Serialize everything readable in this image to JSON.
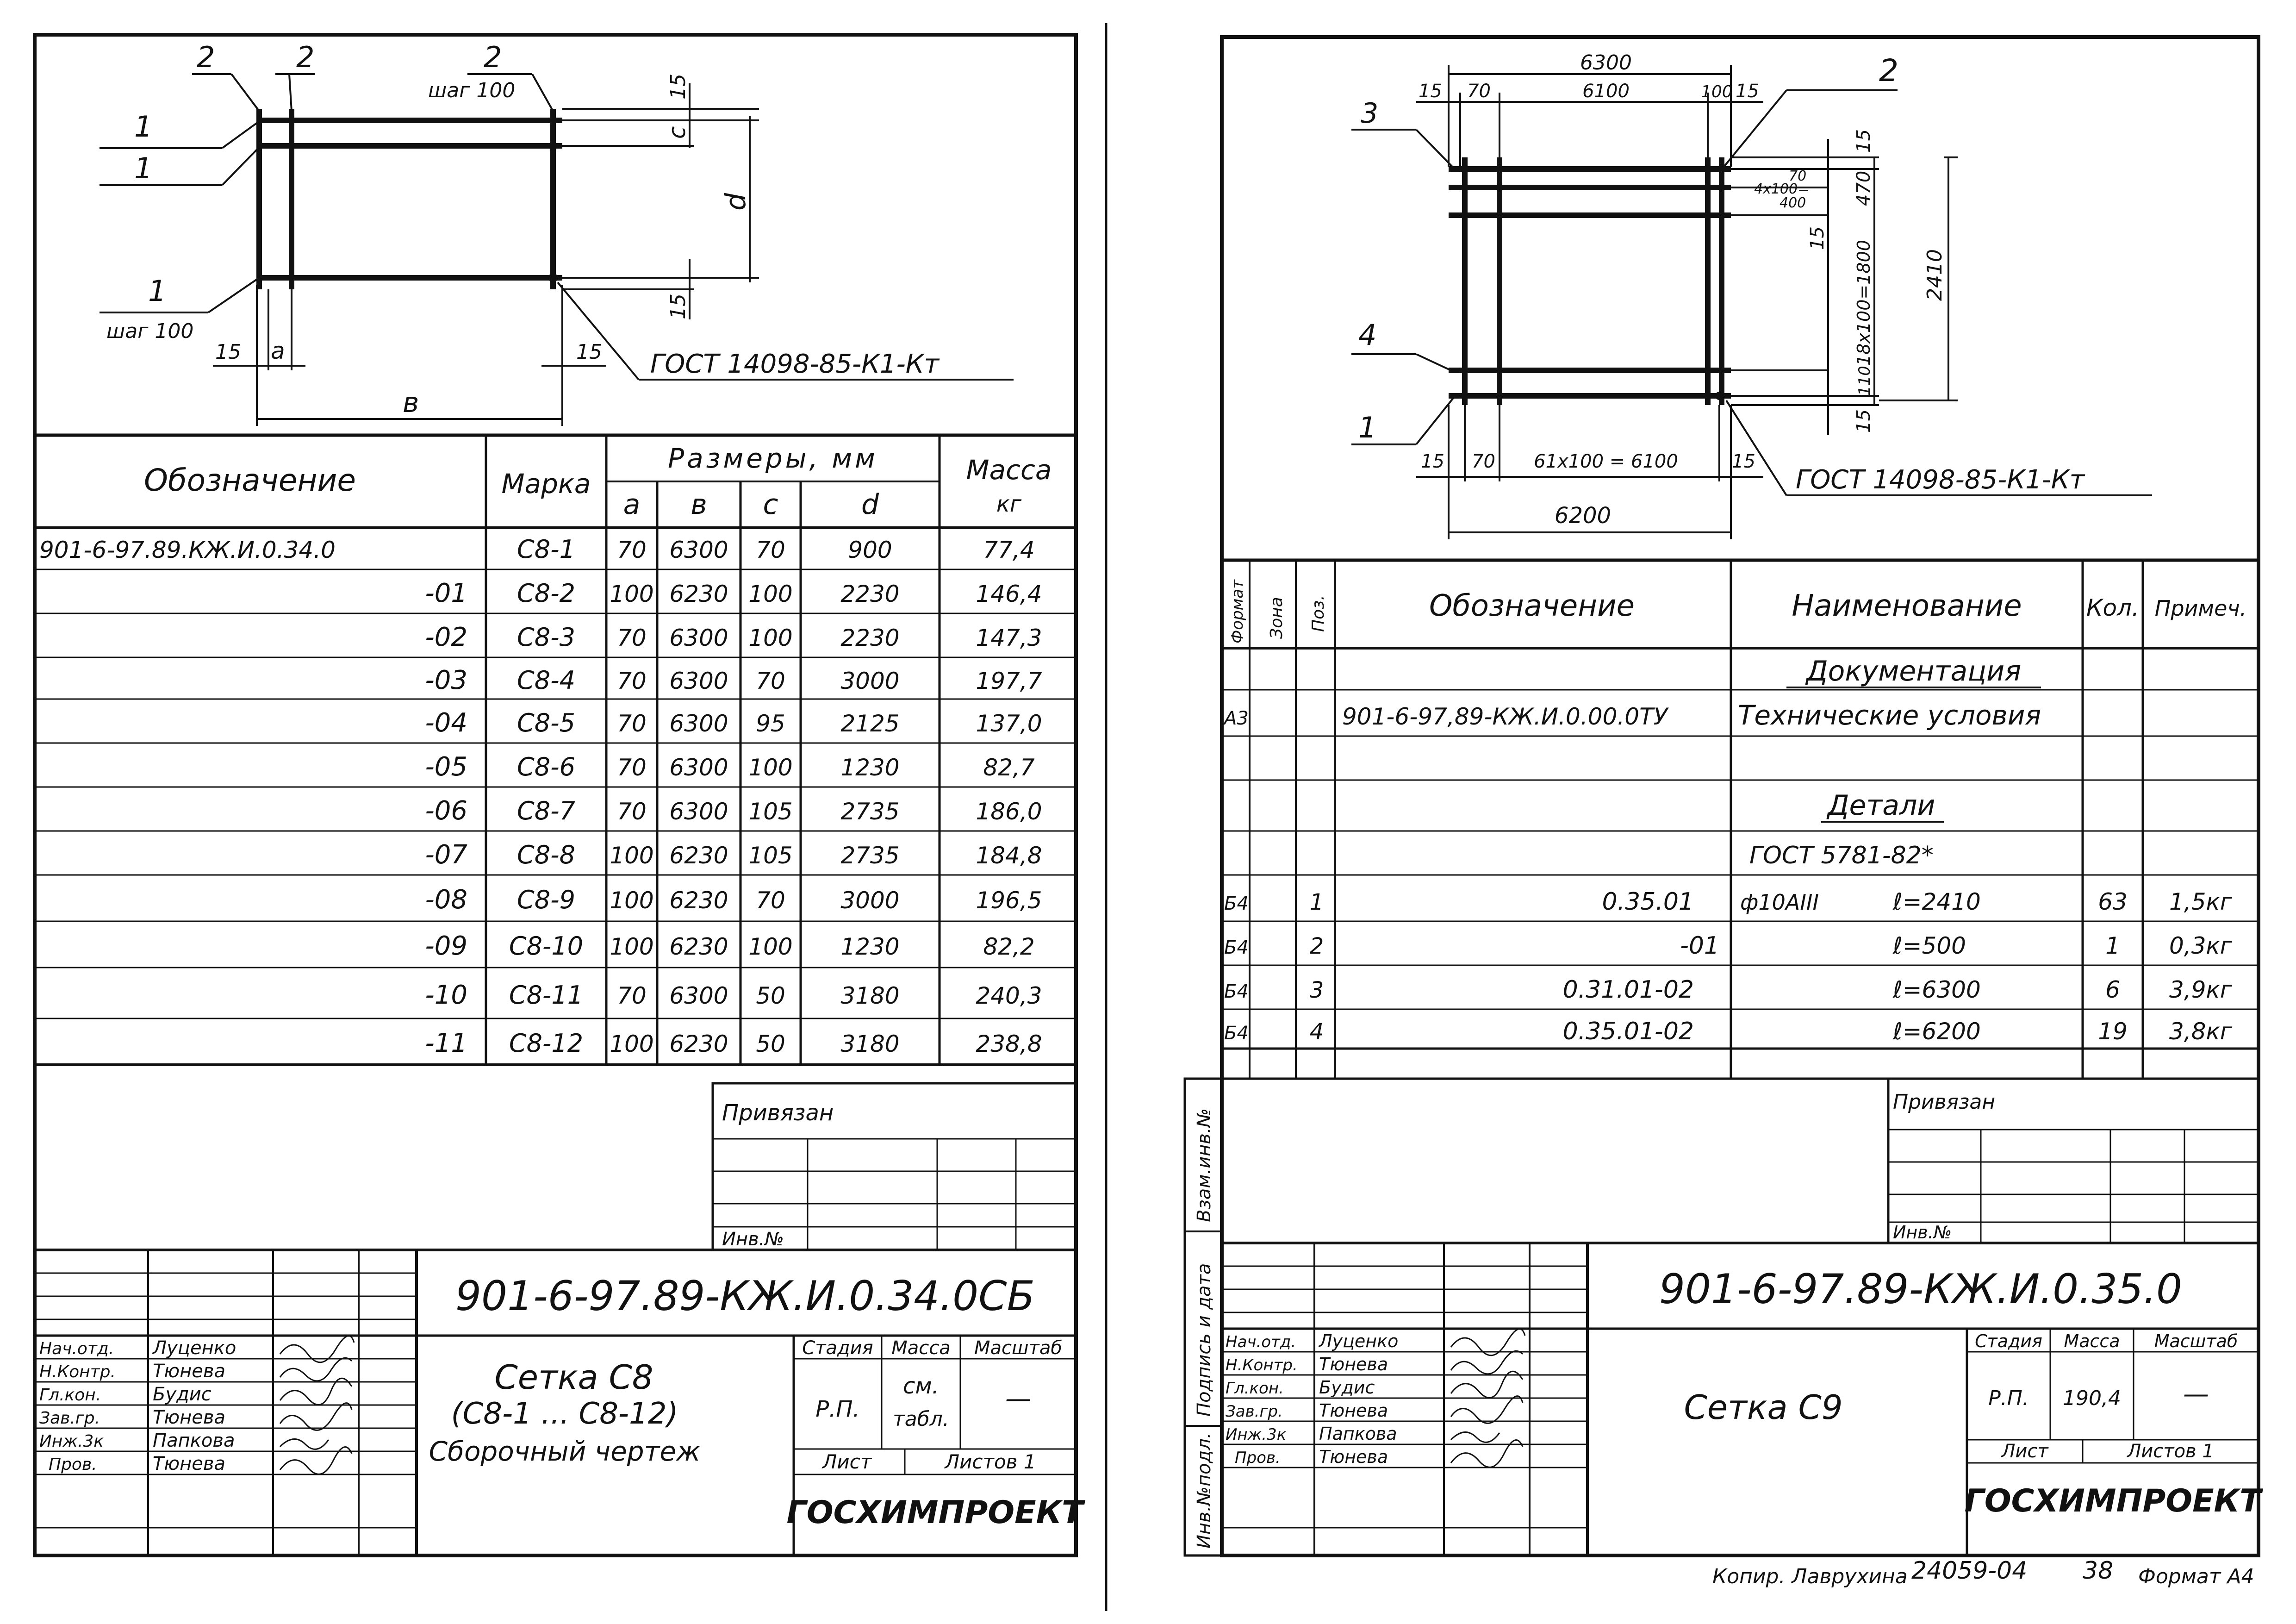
{
  "left": {
    "drawing": {
      "top_marks": [
        "2",
        "2",
        "2"
      ],
      "step_top": "шаг 100",
      "left_marks": [
        "1",
        "1",
        "1"
      ],
      "step_left": "шаг 100",
      "dim_15_top": "15",
      "dim_c": "c",
      "dim_d": "d",
      "dim_15_mid": "15",
      "dim_15_left": "15",
      "dim_a": "a",
      "dim_15_right": "15",
      "dim_b": "в",
      "gost": "ГОСТ 14098-85-К1-Кт"
    },
    "table": {
      "h_designation": "Обозначение",
      "h_mark": "Марка",
      "h_sizes": "Размеры, мм",
      "h_a": "a",
      "h_b": "в",
      "h_c": "c",
      "h_d": "d",
      "h_mass": "Масса",
      "h_mass_unit": "кг",
      "rows": [
        {
          "des": "901-6-97.89.КЖ.И.0.34.0",
          "mark": "С8-1",
          "a": "70",
          "b": "6300",
          "c": "70",
          "d": "900",
          "mass": "77,4"
        },
        {
          "des": "-01",
          "mark": "С8-2",
          "a": "100",
          "b": "6230",
          "c": "100",
          "d": "2230",
          "mass": "146,4"
        },
        {
          "des": "-02",
          "mark": "С8-3",
          "a": "70",
          "b": "6300",
          "c": "100",
          "d": "2230",
          "mass": "147,3"
        },
        {
          "des": "-03",
          "mark": "С8-4",
          "a": "70",
          "b": "6300",
          "c": "70",
          "d": "3000",
          "mass": "197,7"
        },
        {
          "des": "-04",
          "mark": "С8-5",
          "a": "70",
          "b": "6300",
          "c": "95",
          "d": "2125",
          "mass": "137,0"
        },
        {
          "des": "-05",
          "mark": "С8-6",
          "a": "70",
          "b": "6300",
          "c": "100",
          "d": "1230",
          "mass": "82,7"
        },
        {
          "des": "-06",
          "mark": "С8-7",
          "a": "70",
          "b": "6300",
          "c": "105",
          "d": "2735",
          "mass": "186,0"
        },
        {
          "des": "-07",
          "mark": "С8-8",
          "a": "100",
          "b": "6230",
          "c": "105",
          "d": "2735",
          "mass": "184,8"
        },
        {
          "des": "-08",
          "mark": "С8-9",
          "a": "100",
          "b": "6230",
          "c": "70",
          "d": "3000",
          "mass": "196,5"
        },
        {
          "des": "-09",
          "mark": "С8-10",
          "a": "100",
          "b": "6230",
          "c": "100",
          "d": "1230",
          "mass": "82,2"
        },
        {
          "des": "-10",
          "mark": "С8-11",
          "a": "70",
          "b": "6300",
          "c": "50",
          "d": "3180",
          "mass": "240,3"
        },
        {
          "des": "-11",
          "mark": "С8-12",
          "a": "100",
          "b": "6230",
          "c": "50",
          "d": "3180",
          "mass": "238,8"
        }
      ]
    },
    "stamp": {
      "privyazan": "Привязан",
      "inv": "Инв.№",
      "code": "901-6-97.89-КЖ.И.0.34.0СБ",
      "roles": [
        "Нач.отд.",
        "Н.Контр.",
        "Гл.кон.",
        "Зав.гр.",
        "Инж.3к",
        "Пров."
      ],
      "names": [
        "Луценко",
        "Тюнева",
        "Будис",
        "Тюнева",
        "Папкова",
        "Тюнева"
      ],
      "title1": "Сетка С8",
      "title2": "(С8-1 ... С8-12)",
      "title3": "Сборочный чертеж",
      "stage_h": "Стадия",
      "mass_h": "Масса",
      "scale_h": "Масштаб",
      "stage": "Р.П.",
      "mass1": "см.",
      "mass2": "табл.",
      "scale": "—",
      "sheet_h": "Лист",
      "sheets_h": "Листов 1",
      "org": "ГОСХИМПРОЕКТ"
    }
  },
  "right": {
    "drawing": {
      "dim_6300": "6300",
      "dim_15a": "15",
      "dim_70a": "70",
      "dim_6100": "6100",
      "dim_100": "100",
      "dim_15b": "15",
      "mark_3": "3",
      "mark_2": "2",
      "mark_4": "4",
      "mark_1": "1",
      "dim_15_rt": "15",
      "dim_470": "470",
      "dim_70_r": "70",
      "dim_4x100": "4х100=",
      "dim_400": "400",
      "dim_15_r2": "15",
      "dim_1800": "18х100=1800",
      "dim_2410": "2410",
      "dim_110": "110",
      "dim_15_rb": "15",
      "dim_15c": "15",
      "dim_70b": "70",
      "dim_61x100": "61х100 = 6100",
      "dim_15d": "15",
      "dim_6200": "6200",
      "gost": "ГОСТ 14098-85-К1-Кт"
    },
    "spec": {
      "h_format": "Формат",
      "h_zone": "Зона",
      "h_pos": "Поз.",
      "h_designation": "Обозначение",
      "h_name": "Наименование",
      "h_qty": "Кол.",
      "h_note": "Примеч.",
      "sec_docs": "Документация",
      "doc_format": "А3",
      "doc_des": "901-6-97,89-КЖ.И.0.00.0ТУ",
      "doc_name": "Технические условия",
      "sec_details": "Детали",
      "gost": "ГОСТ 5781-82*",
      "items": [
        {
          "format": "Б4",
          "pos": "1",
          "des": "0.35.01",
          "name": "ф10АIII",
          "len": "ℓ=2410",
          "qty": "63",
          "note": "1,5кг"
        },
        {
          "format": "Б4",
          "pos": "2",
          "des": "-01",
          "name": "",
          "len": "ℓ=500",
          "qty": "1",
          "note": "0,3кг"
        },
        {
          "format": "Б4",
          "pos": "3",
          "des": "0.31.01-02",
          "name": "",
          "len": "ℓ=6300",
          "qty": "6",
          "note": "3,9кг"
        },
        {
          "format": "Б4",
          "pos": "4",
          "des": "0.35.01-02",
          "name": "",
          "len": "ℓ=6200",
          "qty": "19",
          "note": "3,8кг"
        }
      ]
    },
    "side_labels": {
      "vzam": "Взам.инв.№",
      "podp": "Подпись и дата",
      "inv_podl": "Инв.№подл."
    },
    "stamp": {
      "privyazan": "Привязан",
      "inv": "Инв.№",
      "code": "901-6-97.89-КЖ.И.0.35.0",
      "roles": [
        "Нач.отд.",
        "Н.Контр.",
        "Гл.кон.",
        "Зав.гр.",
        "Инж.3к",
        "Пров."
      ],
      "names": [
        "Луценко",
        "Тюнева",
        "Будис",
        "Тюнева",
        "Папкова",
        "Тюнева"
      ],
      "title": "Сетка С9",
      "stage_h": "Стадия",
      "mass_h": "Масса",
      "scale_h": "Масштаб",
      "stage": "Р.П.",
      "mass": "190,4",
      "scale": "—",
      "sheet_h": "Лист",
      "sheets_h": "Листов 1",
      "org": "ГОСХИМПРОЕКТ"
    }
  },
  "footer": {
    "copied": "Копир. Лаврухина",
    "number": "24059-04",
    "page": "38",
    "format": "Формат А4"
  }
}
